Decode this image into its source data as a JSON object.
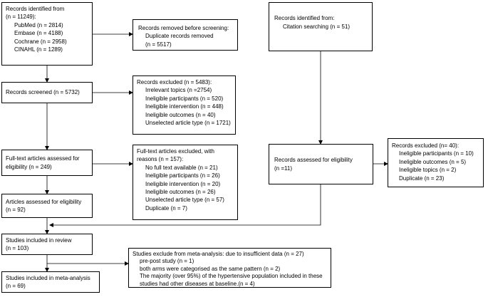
{
  "identification_db": {
    "title": "Records identified from",
    "total": "(n = 11249):",
    "sources": [
      "PubMed (n = 2814)",
      "Embase (n = 4188)",
      "Cochrane (n = 2958)",
      "CINAHL (n = 1289)"
    ]
  },
  "removed_before_screening": {
    "title": "Records removed before screening:",
    "reason": "Duplicate records removed",
    "count": "(n = 5517)"
  },
  "identification_citation": {
    "title": "Records identified from:",
    "source": "Citation searching (n = 51)"
  },
  "screened": {
    "text": "Records screened (n = 5732)"
  },
  "excluded_screening": {
    "title": "Records excluded (n = 5483):",
    "reasons": [
      "Irrelevant topics  (n =2754)",
      "Ineligible participants (n = 520)",
      "Ineligible intervention (n = 448)",
      "Ineligible outcomes (n = 40)",
      "Unselected article type  (n = 1721)"
    ]
  },
  "fulltext_assessed": {
    "line1": "Full-text articles assessed for",
    "line2": "eligibility (n = 249)"
  },
  "fulltext_excluded": {
    "title1": "Full-text articles excluded, with",
    "title2": "reasons (n = 157):",
    "reasons": [
      "No full text available (n = 21)",
      "Ineligible participants (n = 26)",
      "Ineligible intervention (n = 20)",
      "Ineligible outcomes (n = 26)",
      "Unselected article type (n = 57)",
      "Duplicate (n = 7)"
    ]
  },
  "citation_assessed": {
    "line1": "Records assessed for eligibility",
    "line2": "(n =11)"
  },
  "citation_excluded": {
    "title": "Records excluded (n= 40):",
    "reasons": [
      "Ineligible participants (n = 10)",
      "Ineligible outcomes (n = 5)",
      "Ineligible topics (n = 2)",
      "Duplicate (n = 23)"
    ]
  },
  "articles_assessed": {
    "line1": "Articles assessed for eligibility",
    "line2": "(n = 92)"
  },
  "included_review": {
    "line1": "Studies included in review",
    "line2": "(n = 103)"
  },
  "meta_excluded": {
    "title": "Studies exclude from meta-analysis: due to insufficient data (n = 27)",
    "reasons": [
      "pre-post study (n = 1)",
      "both arms were categorised as the same pattern  (n = 2)",
      "The majority (over 95%) of the hypertensive population included in these",
      "studies had other diseases at baseline.(n = 4)"
    ]
  },
  "included_meta": {
    "line1": "Studies included in meta-analysis",
    "line2": "(n = 69)"
  }
}
